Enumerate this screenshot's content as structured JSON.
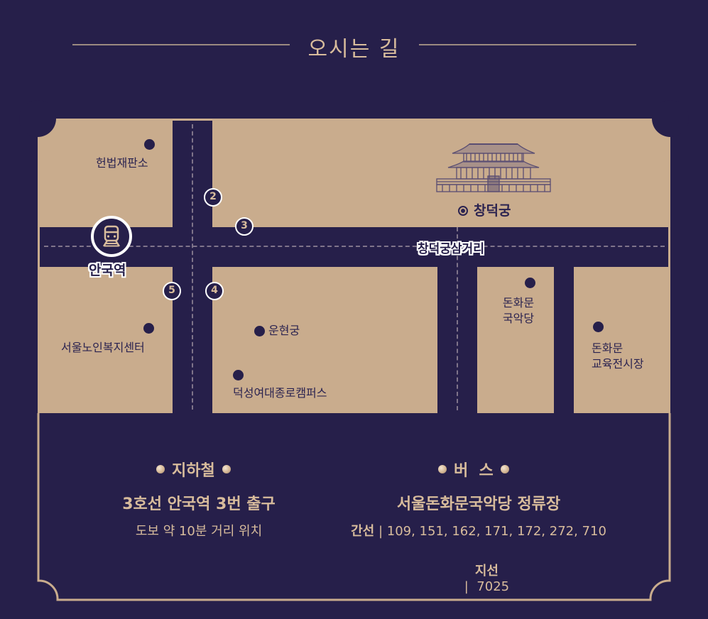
{
  "header": {
    "title": "오시는 길"
  },
  "map": {
    "station": {
      "name": "안국역",
      "icon": "subway-train-icon"
    },
    "intersection_label": "창덕궁삼거리",
    "landmark": {
      "name": "창덕궁",
      "icon": "palace-icon",
      "marker_icon": "target-icon"
    },
    "exits": [
      {
        "number": "2"
      },
      {
        "number": "3"
      },
      {
        "number": "4"
      },
      {
        "number": "5"
      }
    ],
    "pois": [
      {
        "name": "헌법재판소"
      },
      {
        "name": "서울노인복지센터"
      },
      {
        "name": "운현궁"
      },
      {
        "name": "덕성여대종로캠퍼스"
      },
      {
        "name_line1": "돈화문",
        "name_line2": "국악당"
      },
      {
        "name_line1": "돈화문",
        "name_line2": "교육전시장"
      }
    ],
    "colors": {
      "background": "#261f4a",
      "land": "#c9ac8d",
      "road": "#261f4a",
      "text_accent": "#d8bc9c"
    }
  },
  "transit": {
    "subway": {
      "heading": "지하철",
      "line1": "3호선 안국역 3번 출구",
      "line2": "도보 약 10분 거리 위치"
    },
    "bus": {
      "heading": "버  스",
      "stop": "서울돈화문국악당 정류장",
      "trunk_label": "간선",
      "trunk_routes": "| 109, 151, 162, 171, 172, 272, 710",
      "branch_label": "지선",
      "branch_routes": "|  7025"
    }
  }
}
